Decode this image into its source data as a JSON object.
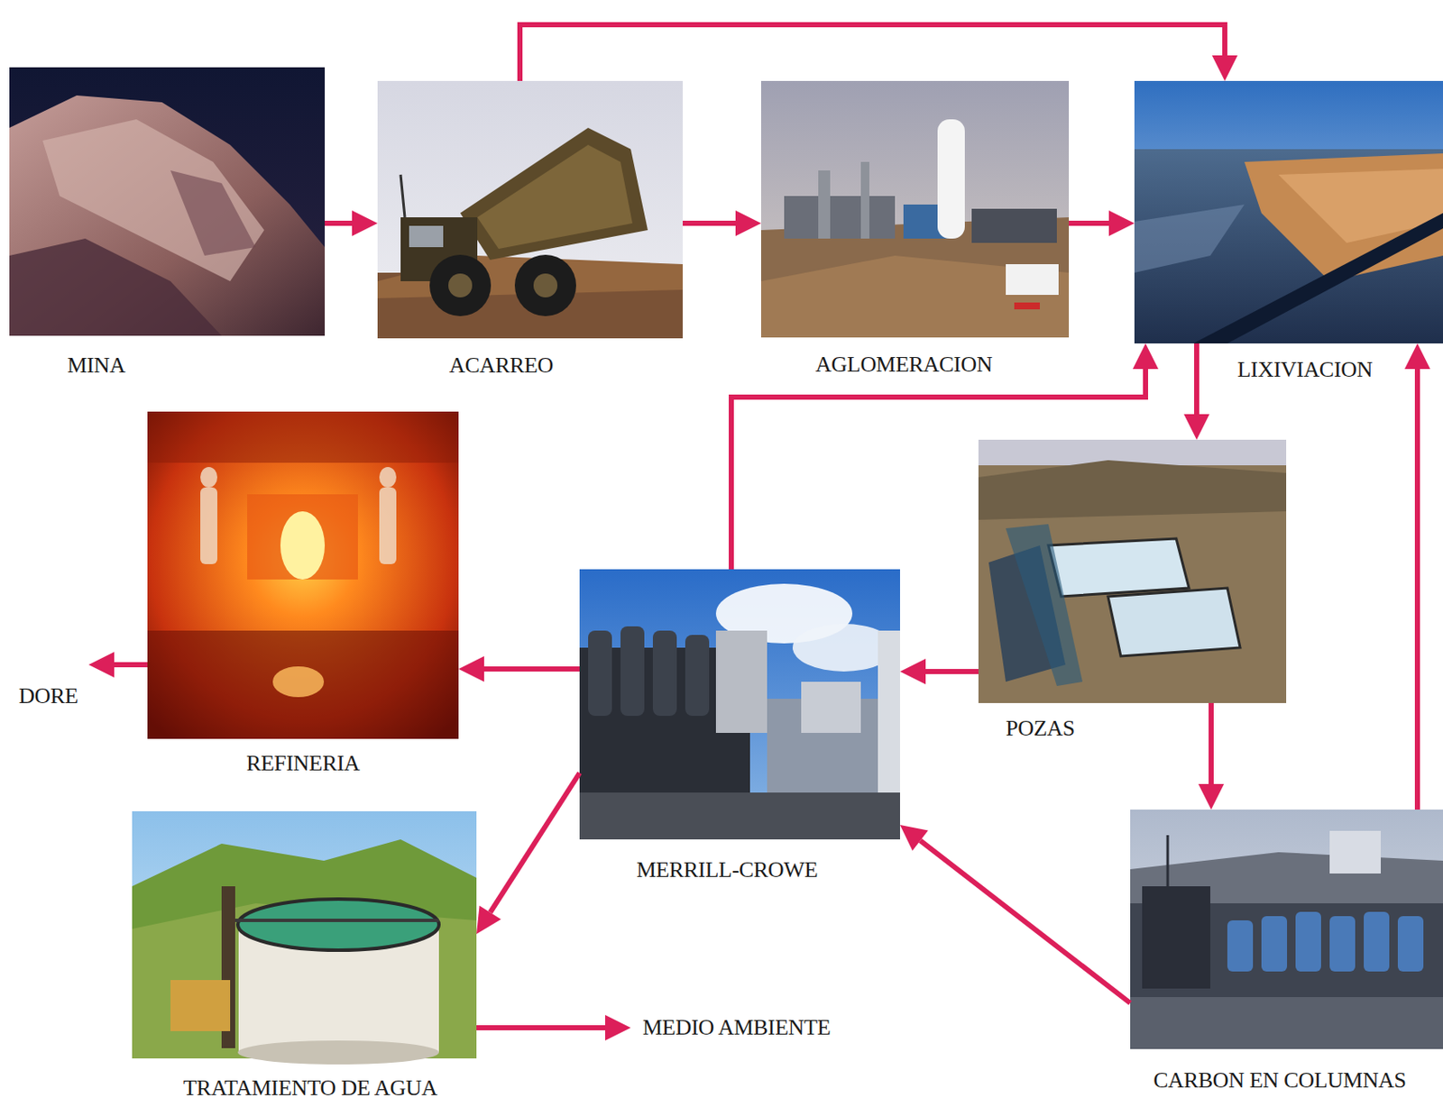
{
  "diagram": {
    "nodes": [
      {
        "text": [
          "MINA"
        ]
      },
      {
        "text": [
          "ACARREO"
        ]
      },
      {
        "text": [
          "AGLOMERACION"
        ]
      },
      {
        "text": [
          "LIXIVIACION"
        ]
      },
      {
        "text": [
          "REFINERIA"
        ]
      },
      {
        "text": [
          "POZAS"
        ]
      },
      {
        "text": [
          "MERRILL-CROWE"
        ]
      },
      {
        "text": [
          "DORE"
        ]
      },
      {
        "text": [
          "TRATAMIENTO DE AGUA"
        ]
      },
      {
        "text": [
          "MEDIO AMBIENTE"
        ]
      },
      {
        "text": [
          "CARBON EN COLUMNAS"
        ]
      }
    ],
    "edges": [
      {
        "from": 0,
        "to": 1,
        "arrow": "to"
      },
      {
        "from": 1,
        "to": 2,
        "arrow": "to"
      },
      {
        "from": 2,
        "to": 3,
        "arrow": "to"
      },
      {
        "from": 1,
        "to": 3,
        "arrow": "to"
      },
      {
        "from": 3,
        "to": 5,
        "arrow": "to"
      },
      {
        "from": 5,
        "to": 6,
        "arrow": "to"
      },
      {
        "from": 5,
        "to": 10,
        "arrow": "to"
      },
      {
        "from": 6,
        "to": 3,
        "arrow": "to"
      },
      {
        "from": 6,
        "to": 4,
        "arrow": "to"
      },
      {
        "from": 4,
        "to": 7,
        "arrow": "to"
      },
      {
        "from": 6,
        "to": 8,
        "arrow": "to"
      },
      {
        "from": 8,
        "to": 9,
        "arrow": "to"
      },
      {
        "from": 10,
        "to": 3,
        "arrow": "to"
      },
      {
        "from": 10,
        "to": 6,
        "arrow": "to"
      }
    ]
  }
}
